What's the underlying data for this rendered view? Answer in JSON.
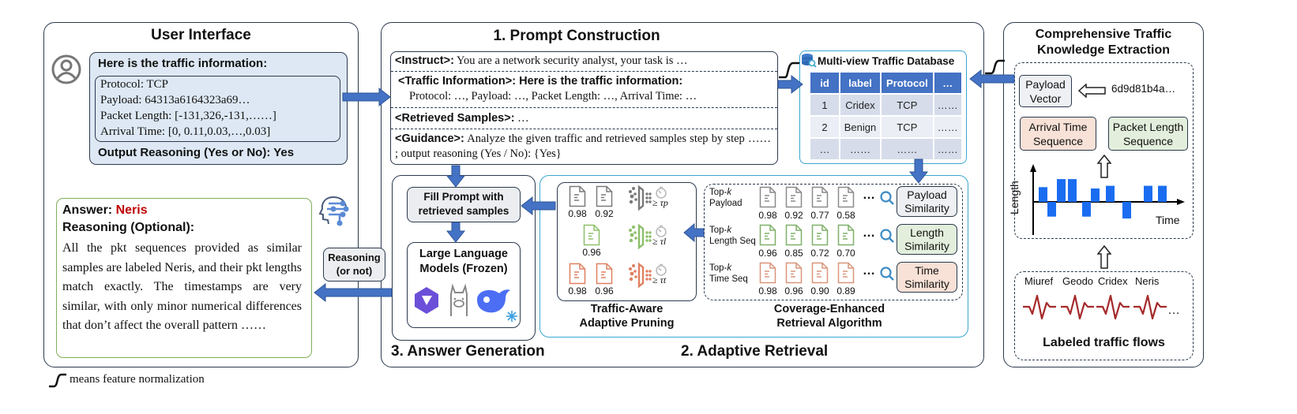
{
  "user_interface": {
    "title": "User Interface",
    "query": {
      "heading": "Here is the traffic information:",
      "fields": [
        "Protocol: TCP",
        "Payload: 64313a6164323a69…",
        "Packet Length: [-131,326,-131,……]",
        "Arrival Time: [0, 0.11,0.03,…,0.03]"
      ],
      "output_reasoning": "Output Reasoning (Yes or No): Yes"
    },
    "answer": {
      "answer_label": "Answer: ",
      "answer_value": "Neris",
      "reasoning_label": "Reasoning (Optional):",
      "reasoning_text": "All the pkt sequences provided as similar samples are labeled Neris, and their pkt lengths match exactly. The timestamps are very similar, with only minor numerical differences that don’t affect the overall pattern ……"
    }
  },
  "prompt_construction": {
    "title": "1. Prompt Construction",
    "rows": [
      {
        "tag": "<Instruct>:",
        "text": " You are a network security analyst,  your task is …"
      },
      {
        "tag": "<Traffic Information>:",
        "text_bold": " Here is the traffic information:",
        "text": "Protocol: …, Payload: …, Packet Length: …, Arrival Time: …"
      },
      {
        "tag": "<Retrieved Samples>:",
        "text": "  …"
      },
      {
        "tag": "<Guidance>:",
        "text": " Analyze the given traffic and retrieved samples step by step …… ; output reasoning (Yes / No): {Yes}"
      }
    ]
  },
  "database": {
    "title": "Multi-view Traffic Database",
    "columns": [
      "id",
      "label",
      "Protocol",
      "…"
    ],
    "rows": [
      [
        "1",
        "Cridex",
        "TCP",
        "……"
      ],
      [
        "2",
        "Benign",
        "TCP",
        "……"
      ],
      [
        "…",
        "……",
        "……",
        "……"
      ]
    ]
  },
  "knowledge_extraction": {
    "title_line1": "Comprehensive Traffic",
    "title_line2": "Knowledge Extraction",
    "payload_vector_line1": "Payload",
    "payload_vector_line2": "Vector",
    "payload_hex": "6d9d81b4a…",
    "arrival_time_line1": "Arrival Time",
    "arrival_time_line2": "Sequence",
    "packet_length_line1": "Packet Length",
    "packet_length_line2": "Sequence",
    "chart_ylabel": "Length",
    "chart_xlabel": "Time",
    "packet_bars": [
      0.55,
      -0.55,
      0.85,
      0.85,
      -0.55,
      0.5,
      0.6,
      -0.62,
      0.6,
      0.6
    ],
    "flow_labels": [
      "Miuref",
      "Geodo",
      "Cridex",
      "Neris"
    ],
    "flow_ellipsis": "…",
    "flows_title": "Labeled traffic flows"
  },
  "answer_generation": {
    "title": "3. Answer Generation",
    "fill_prompt_line1": "Fill Prompt with",
    "fill_prompt_line2": "retrieved samples",
    "llm_line1": "Large Language",
    "llm_line2": "Models (Frozen)",
    "reasoning_tag_line1": "Reasoning",
    "reasoning_tag_line2": "(or not)"
  },
  "adaptive_retrieval": {
    "title": "2. Adaptive Retrieval",
    "pruning": {
      "caption_line1": "Traffic-Aware",
      "caption_line2": "Adaptive Pruning",
      "rows": [
        {
          "scores": [
            "0.98",
            "0.92"
          ],
          "threshold": "≥ τp",
          "color": "#7a7a7a"
        },
        {
          "scores": [
            "0.96"
          ],
          "threshold": "≥ τl",
          "color": "#8dbf6a"
        },
        {
          "scores": [
            "0.98",
            "0.96"
          ],
          "threshold": "≥ τt",
          "color": "#e08060"
        }
      ]
    },
    "retrieval": {
      "caption_line1": "Coverage-Enhanced",
      "caption_line2": "Retrieval Algorithm",
      "rows": [
        {
          "label_line1": "Top-k",
          "label_line2": "Payload",
          "scores": [
            "0.98",
            "0.92",
            "0.77",
            "0.58"
          ],
          "similarity_line1": "Payload",
          "similarity_line2": "Similarity",
          "color": "#8a8a8a",
          "fill": "#eef0f3"
        },
        {
          "label_line1": "Top-k",
          "label_line2": "Length Seq",
          "scores": [
            "0.96",
            "0.85",
            "0.72",
            "0.70"
          ],
          "similarity_line1": "Length",
          "similarity_line2": "Similarity",
          "color": "#7fb069",
          "fill": "#e3efdc"
        },
        {
          "label_line1": "Top-k",
          "label_line2": "Time Seq",
          "scores": [
            "0.98",
            "0.96",
            "0.90",
            "0.89"
          ],
          "similarity_line1": "Time",
          "similarity_line2": "Similarity",
          "color": "#d9957a",
          "fill": "#f8e1d6"
        }
      ],
      "ellipsis": "…"
    }
  },
  "footnote": "means feature normalization",
  "colors": {
    "arrow_blue": "#4472c4",
    "query_bg": "#dde8f4",
    "panel_border": "#2b3a4e",
    "cyan_border": "#3aa6d0",
    "answer_red": "#c00000",
    "answer_border": "#7fb05a",
    "flow_red": "#a52a2a"
  }
}
